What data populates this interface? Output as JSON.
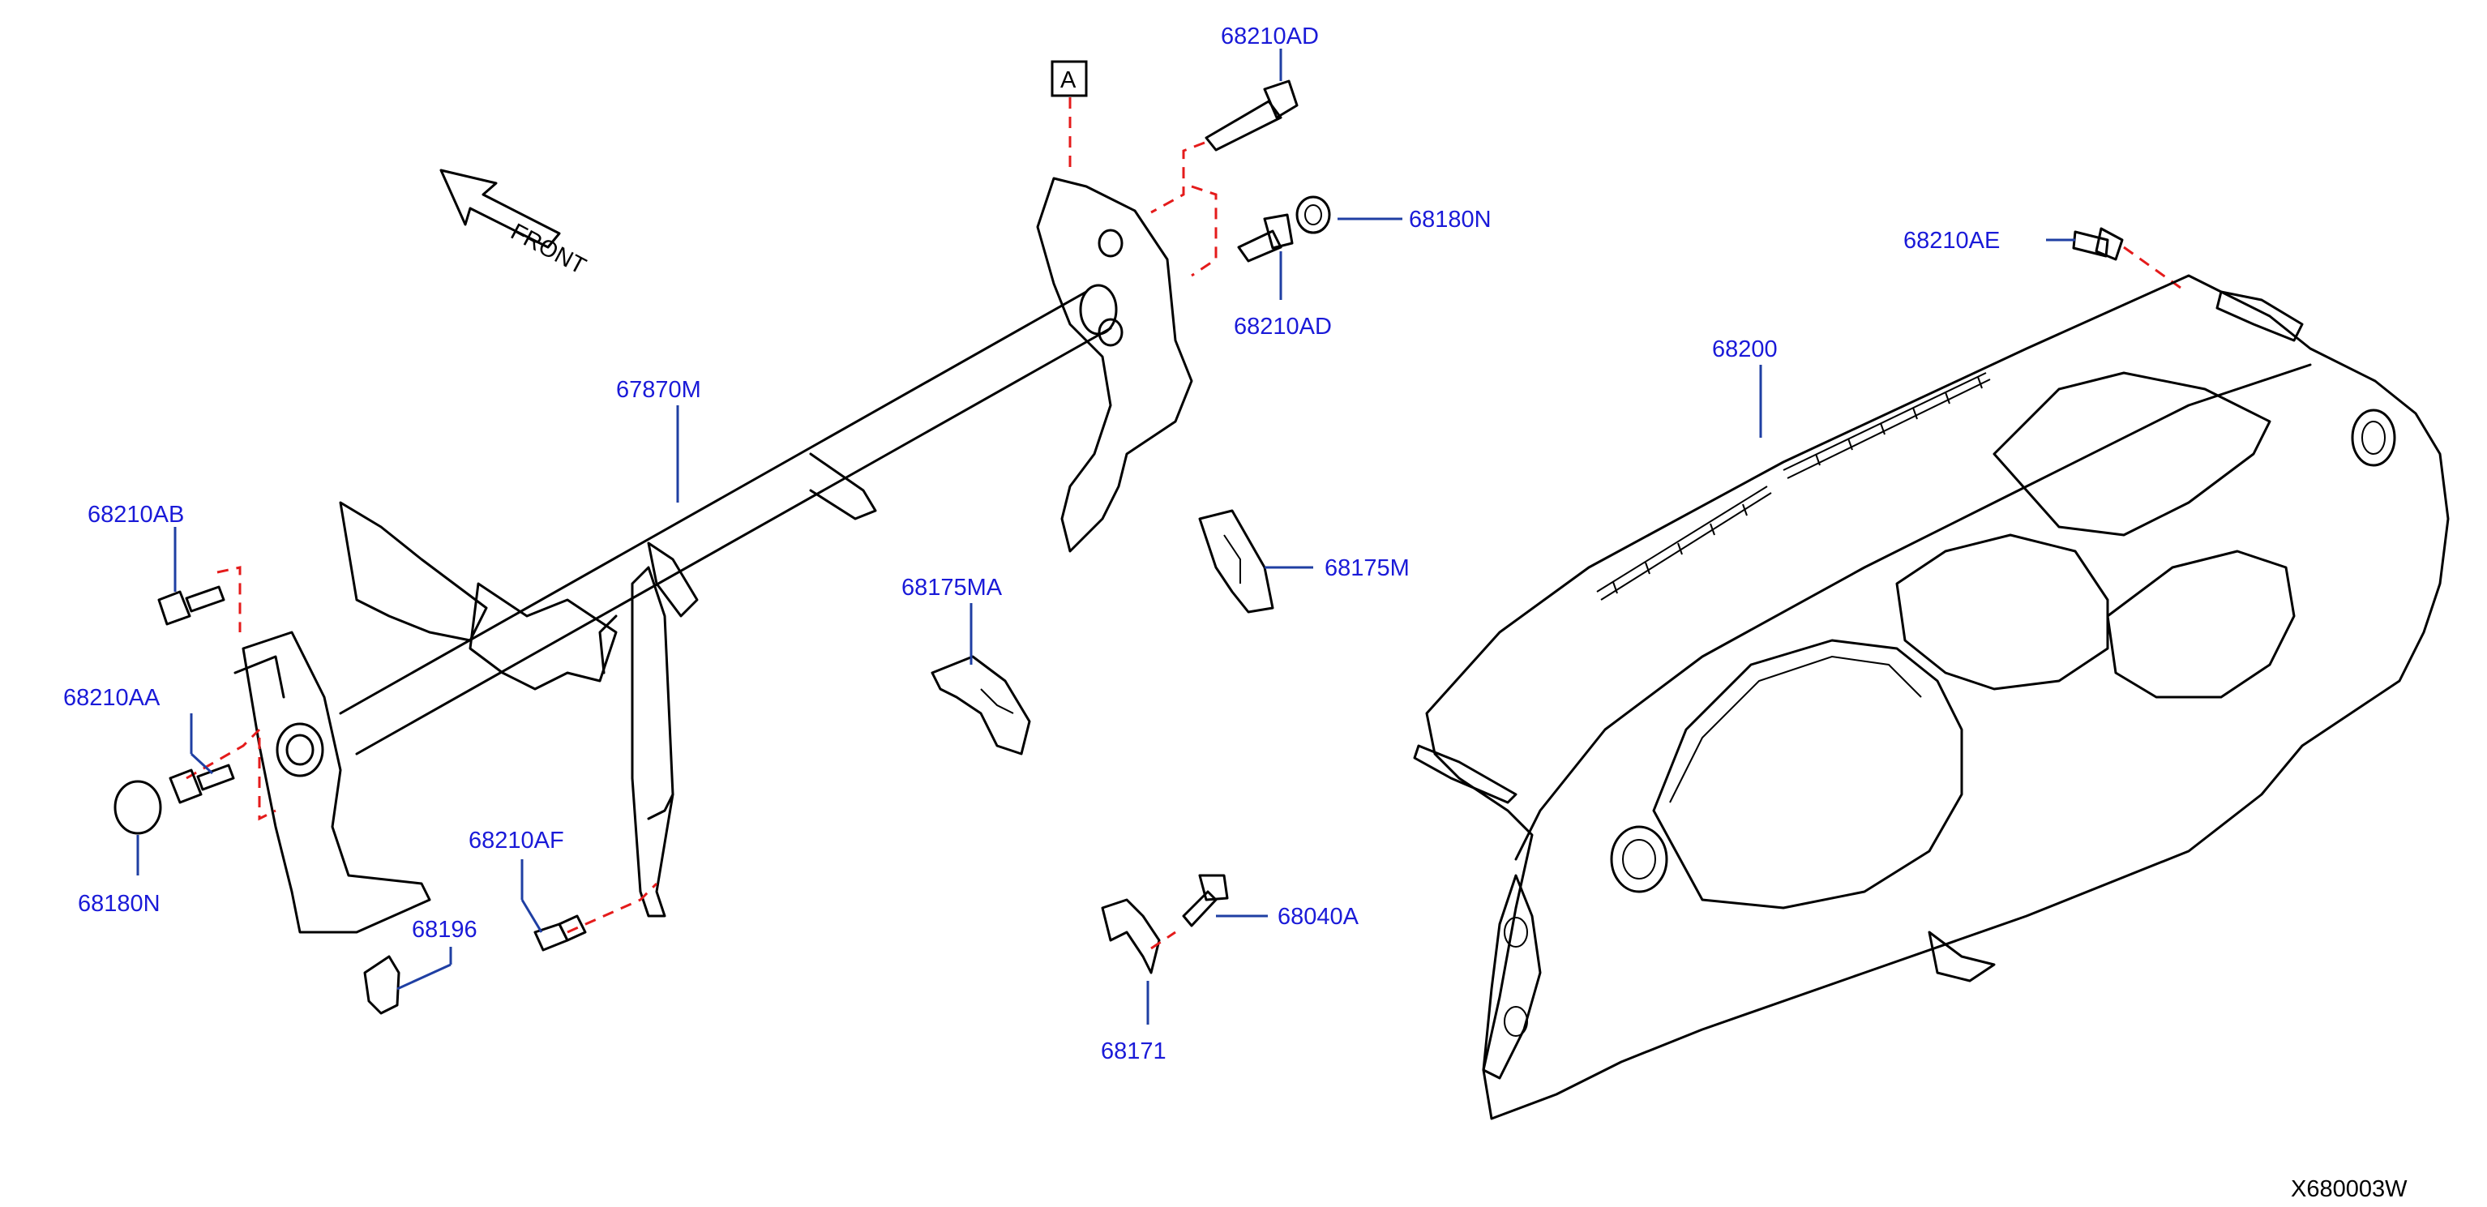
{
  "diagram": {
    "front_label": "FRONT",
    "ref_box": "A",
    "catalog_code": "X680003W",
    "colors": {
      "label": "#1a1ad8",
      "leader": "#1f3fa3",
      "dashed": "#e41b1b",
      "line": "#000000"
    },
    "callouts": {
      "p68210AD_top": "68210AD",
      "p68180N_right": "68180N",
      "p68210AD_mid": "68210AD",
      "p68210AE": "68210AE",
      "p68200": "68200",
      "p67870M": "67870M",
      "p68210AB": "68210AB",
      "p68210AA": "68210AA",
      "p68180N_left": "68180N",
      "p68175M": "68175M",
      "p68175MA": "68175MA",
      "p68210AF": "68210AF",
      "p68196": "68196",
      "p68040A": "68040A",
      "p68171": "68171"
    }
  }
}
